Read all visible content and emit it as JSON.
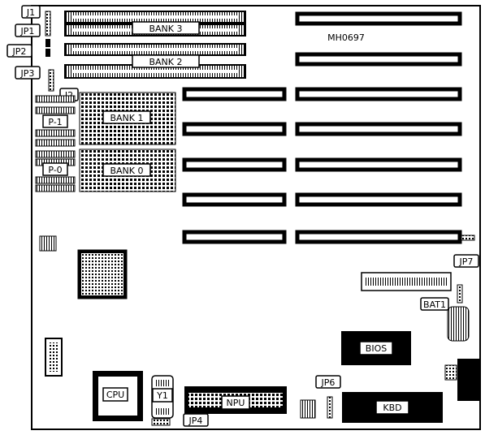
{
  "diagram": {
    "code": "MH0697",
    "labels": {
      "j1": "J1",
      "jp1": "JP1",
      "jp2": "JP2",
      "jp3": "JP3",
      "j2": "J2",
      "bank3": "BANK 3",
      "bank2": "BANK 2",
      "bank1": "BANK 1",
      "bank0": "BANK 0",
      "p1": "P-1",
      "p0": "P-0",
      "jp7": "JP7",
      "bat1": "BAT1",
      "bios": "BIOS",
      "jp6": "JP6",
      "kbd": "KBD",
      "cpu": "CPU",
      "y1": "Y1",
      "npu": "NPU",
      "jp4": "JP4"
    }
  }
}
